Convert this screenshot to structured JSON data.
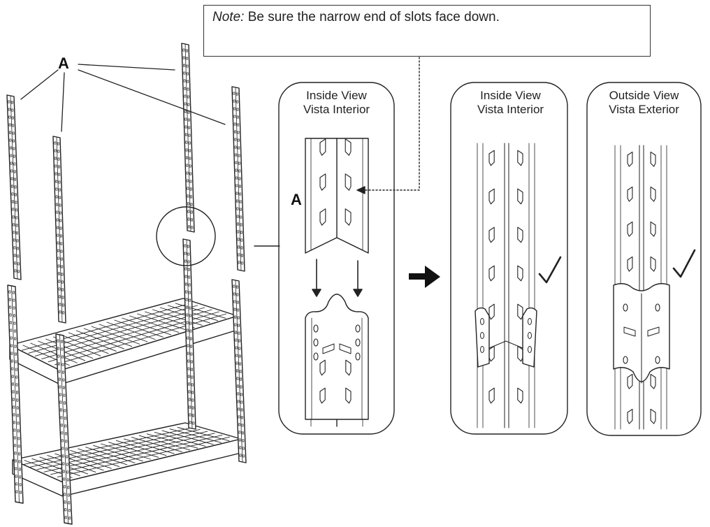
{
  "note": {
    "prefix": "Note:",
    "text": " Be sure the narrow end of slots face down."
  },
  "callout_label": "A",
  "panels": [
    {
      "title_line1": "Inside View",
      "title_line2": "Vista Interior"
    },
    {
      "title_line1": "Inside View",
      "title_line2": "Vista Interior"
    },
    {
      "title_line1": "Outside View",
      "title_line2": "Vista Exterior"
    }
  ],
  "icons": {
    "step_arrow": "right-arrow-icon",
    "check": "checkmark-icon",
    "down_arrow": "down-arrow-icon"
  },
  "colors": {
    "line": "#222222",
    "background": "#ffffff"
  }
}
